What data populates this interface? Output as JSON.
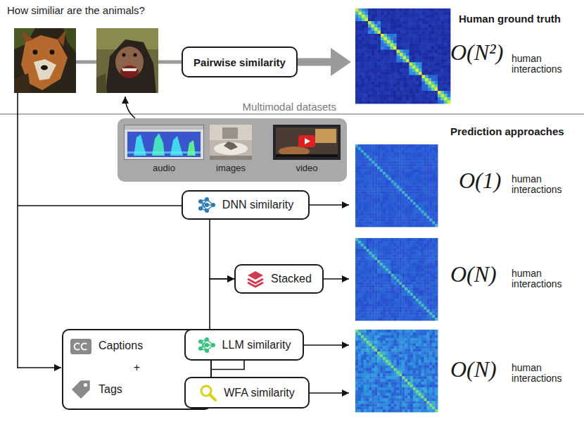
{
  "diagram": {
    "title": "How similiar are the animals?",
    "nodes": [
      {
        "text": [
          "Pairwise similarity"
        ]
      },
      {
        "text": [
          "Multimodal datasets"
        ]
      },
      {
        "text": [
          "audio"
        ],
        "in": 1
      },
      {
        "text": [
          "images"
        ],
        "in": 1
      },
      {
        "text": [
          "video"
        ],
        "in": 1
      },
      {
        "text": [
          "DNN similarity"
        ]
      },
      {
        "text": [
          "Stacked"
        ]
      },
      {
        "text": [
          "Captions",
          "+",
          "Tags"
        ]
      },
      {
        "text": [
          "LLM similarity"
        ]
      },
      {
        "text": [
          "WFA similarity"
        ]
      }
    ],
    "edges": [
      {
        "from": 5,
        "to": 6,
        "arrow": "to"
      },
      {
        "from": 8,
        "to": 6,
        "arrow": "to"
      },
      {
        "from": 7,
        "to": 8,
        "arrow": "to"
      },
      {
        "from": 7,
        "to": 9,
        "arrow": "to"
      }
    ],
    "labels": [
      "Human ground truth",
      "O(N²)",
      "human interactions",
      "Prediction approaches",
      "O(1)",
      "human interactions",
      "O(N)",
      "human interactions",
      "O(N)",
      "human interactions"
    ]
  }
}
